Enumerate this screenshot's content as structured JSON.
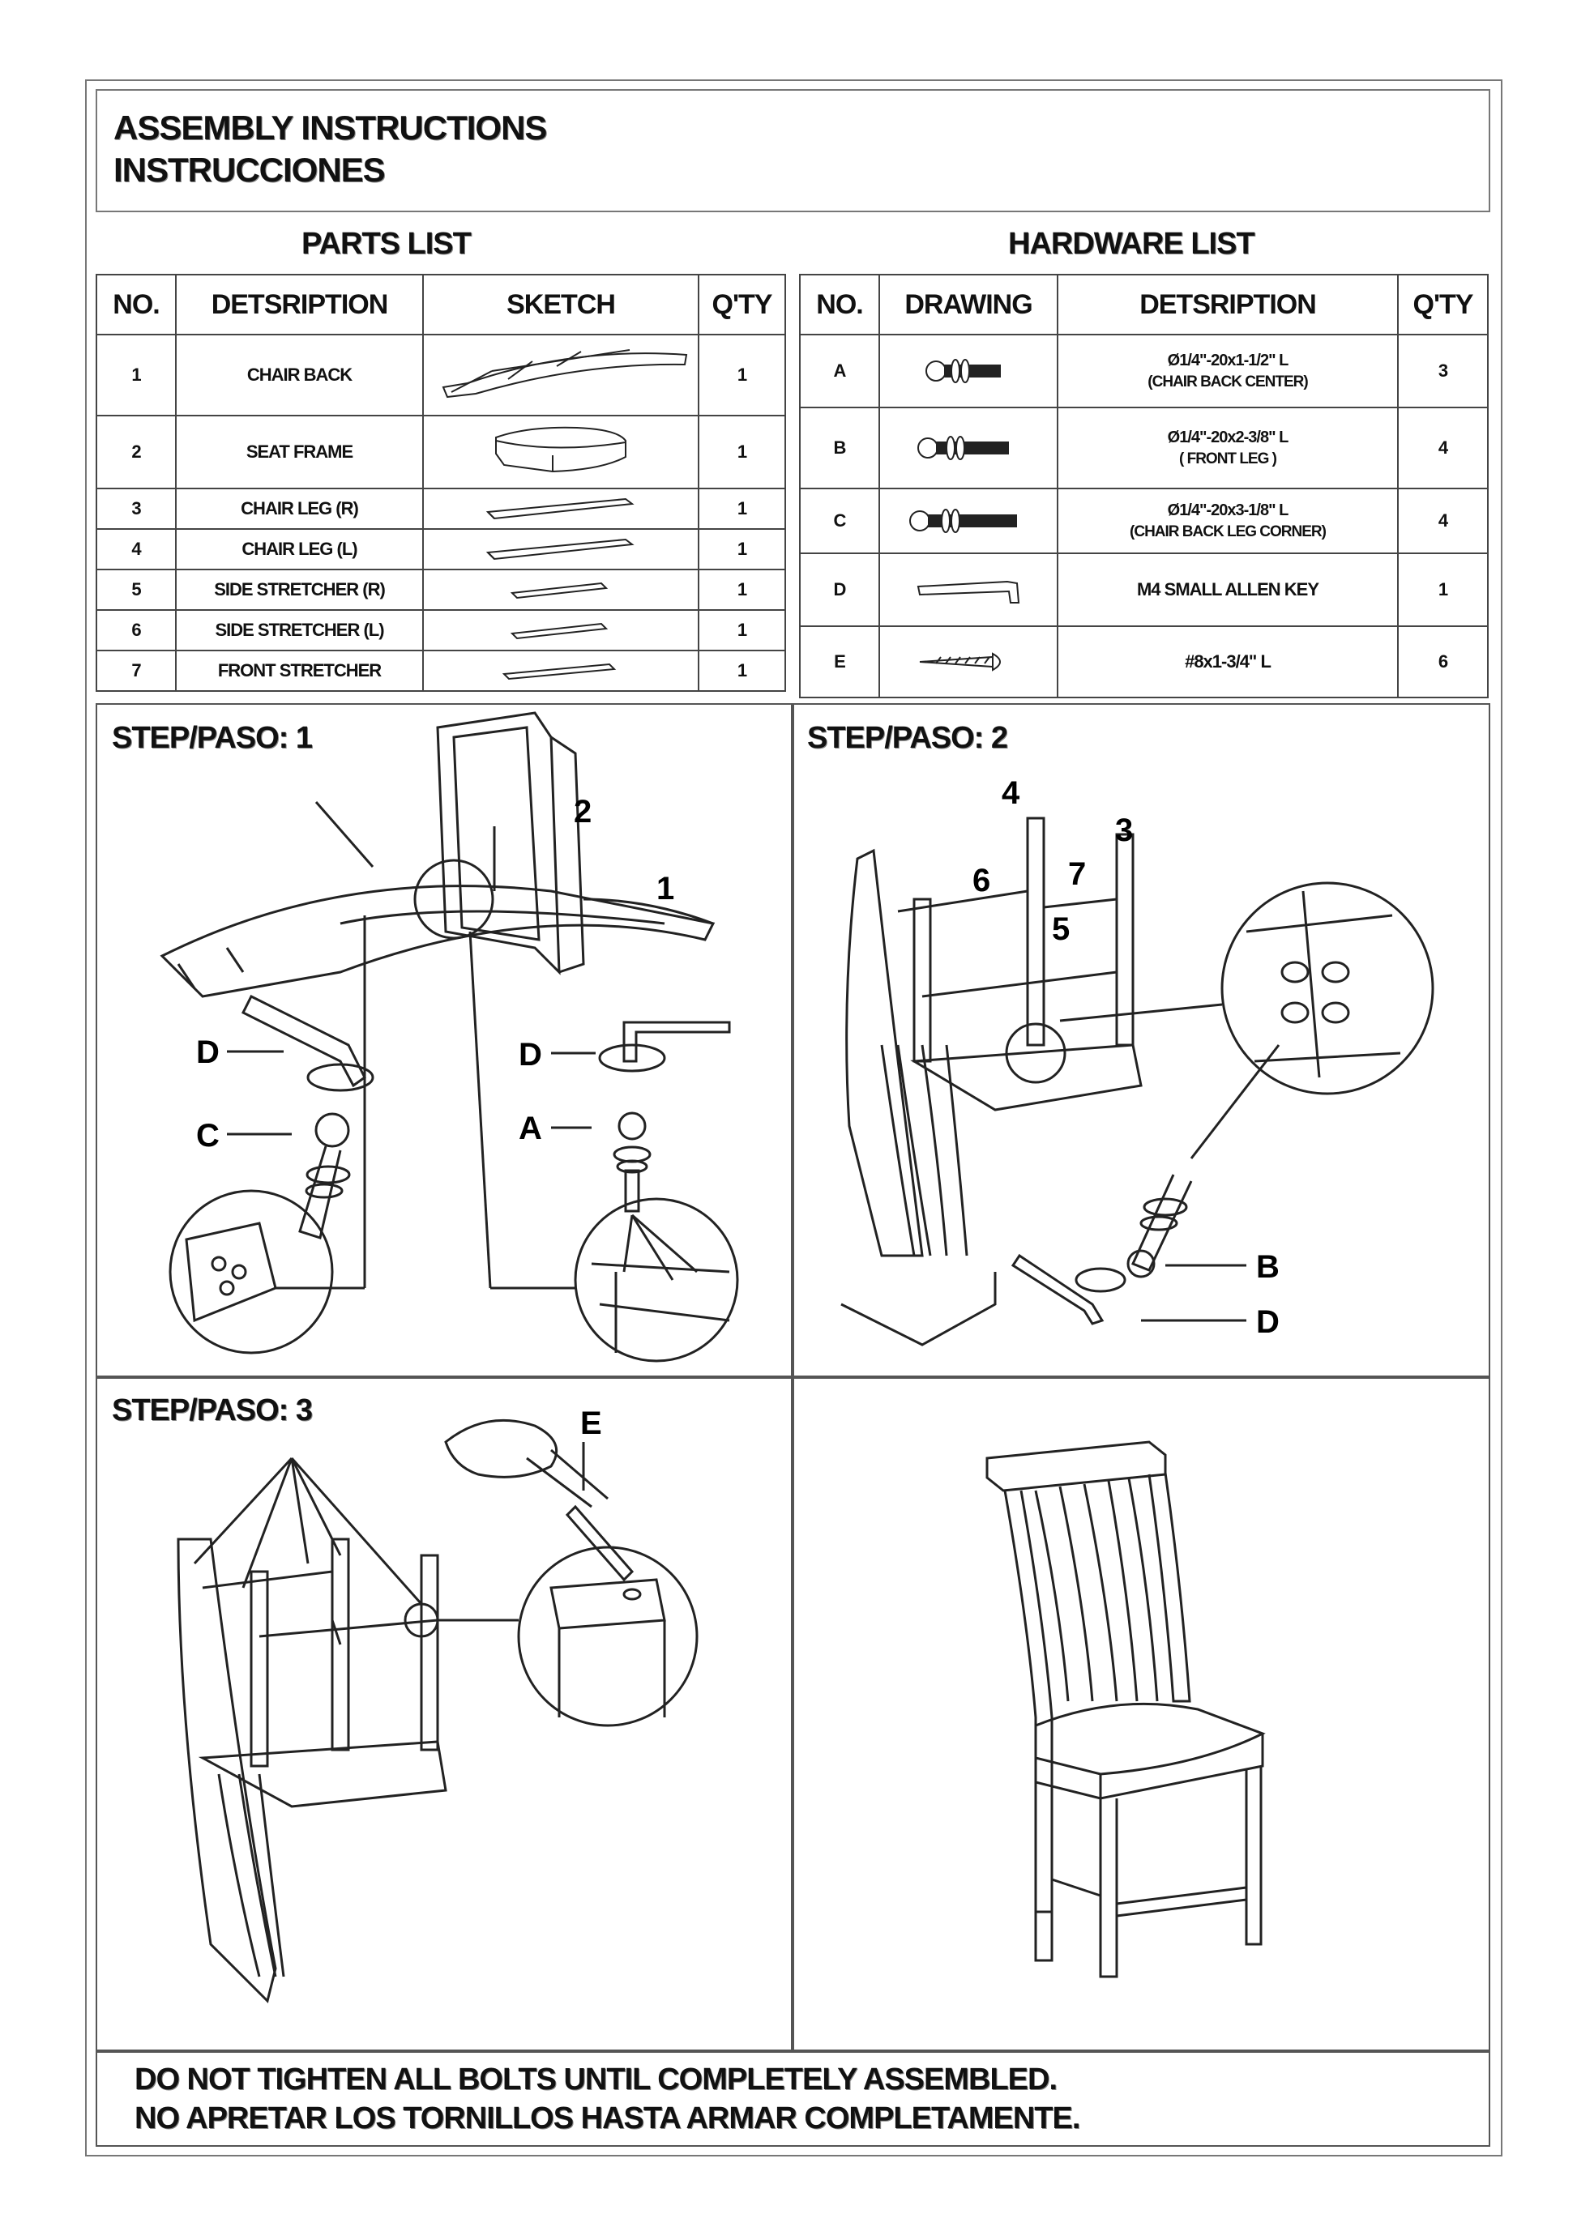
{
  "header": {
    "title_en": "ASSEMBLY INSTRUCTIONS",
    "title_es": "INSTRUCCIONES"
  },
  "parts": {
    "title": "PARTS LIST",
    "columns": [
      "NO.",
      "DETSRIPTION",
      "SKETCH",
      "Q'TY"
    ],
    "rows": [
      {
        "no": "1",
        "desc": "CHAIR BACK",
        "qty": "1"
      },
      {
        "no": "2",
        "desc": "SEAT FRAME",
        "qty": "1"
      },
      {
        "no": "3",
        "desc": "CHAIR LEG (R)",
        "qty": "1"
      },
      {
        "no": "4",
        "desc": "CHAIR LEG (L)",
        "qty": "1"
      },
      {
        "no": "5",
        "desc": "SIDE STRETCHER (R)",
        "qty": "1"
      },
      {
        "no": "6",
        "desc": "SIDE STRETCHER (L)",
        "qty": "1"
      },
      {
        "no": "7",
        "desc": "FRONT STRETCHER",
        "qty": "1"
      }
    ]
  },
  "hardware": {
    "title": "HARDWARE LIST",
    "columns": [
      "NO.",
      "DRAWING",
      "DETSRIPTION",
      "Q'TY"
    ],
    "rows": [
      {
        "no": "A",
        "desc": "Ø1/4\"-20x1-1/2\" L",
        "note": "(CHAIR BACK CENTER)",
        "qty": "3"
      },
      {
        "no": "B",
        "desc": "Ø1/4\"-20x2-3/8\" L",
        "note": "( FRONT LEG )",
        "qty": "4"
      },
      {
        "no": "C",
        "desc": "Ø1/4\"-20x3-1/8\" L",
        "note": "(CHAIR BACK LEG CORNER)",
        "qty": "4"
      },
      {
        "no": "D",
        "desc": "M4 SMALL ALLEN KEY",
        "note": "",
        "qty": "1"
      },
      {
        "no": "E",
        "desc": "#8x1-3/4\" L",
        "note": "",
        "qty": "6"
      }
    ]
  },
  "steps": {
    "step1": {
      "label": "STEP/PASO: 1",
      "callouts": {
        "c2": "2",
        "c1": "1",
        "d_left": "D",
        "c": "C",
        "d_right": "D",
        "a": "A"
      }
    },
    "step2": {
      "label": "STEP/PASO: 2",
      "callouts": {
        "c4": "4",
        "c3": "3",
        "c6": "6",
        "c7": "7",
        "c5": "5",
        "b": "B",
        "d": "D"
      }
    },
    "step3": {
      "label": "STEP/PASO: 3",
      "callouts": {
        "e": "E"
      }
    }
  },
  "footer": {
    "line_en": "DO NOT TIGHTEN ALL BOLTS UNTIL COMPLETELY ASSEMBLED.",
    "line_es": "NO APRETAR LOS TORNILLOS HASTA ARMAR COMPLETAMENTE."
  }
}
